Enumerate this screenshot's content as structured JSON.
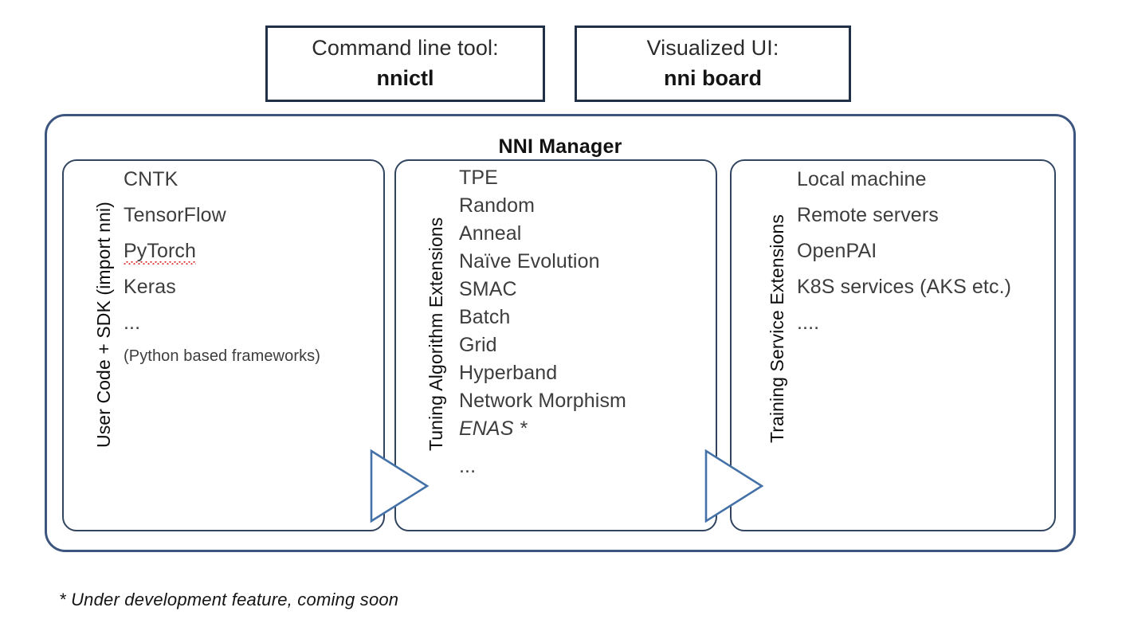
{
  "top_boxes": [
    {
      "name": "command-line-tool",
      "caption": "Command line tool:",
      "value": "nnictl"
    },
    {
      "name": "visualized-ui",
      "caption": "Visualized UI:",
      "value": "nni board"
    }
  ],
  "manager": {
    "title": "NNI Manager",
    "panels": [
      {
        "id": "user-code",
        "side_label": "User Code + SDK (import nni)",
        "items": [
          {
            "text": "CNTK",
            "style": "normal"
          },
          {
            "text": "TensorFlow",
            "style": "normal"
          },
          {
            "text": "PyTorch",
            "style": "misspelled"
          },
          {
            "text": "Keras",
            "style": "normal"
          },
          {
            "text": "...",
            "style": "normal"
          },
          {
            "text": "(Python based frameworks)",
            "style": "small"
          }
        ]
      },
      {
        "id": "tuning-algorithms",
        "side_label": "Tuning Algorithm Extensions",
        "items": [
          {
            "text": "TPE",
            "style": "normal"
          },
          {
            "text": "Random",
            "style": "normal"
          },
          {
            "text": "Anneal",
            "style": "normal"
          },
          {
            "text": "Naïve Evolution",
            "style": "normal"
          },
          {
            "text": "SMAC",
            "style": "normal"
          },
          {
            "text": "Batch",
            "style": "normal"
          },
          {
            "text": "Grid",
            "style": "normal"
          },
          {
            "text": "Hyperband",
            "style": "normal"
          },
          {
            "text": "Network Morphism",
            "style": "normal"
          },
          {
            "text": "ENAS *",
            "style": "italic"
          },
          {
            "text": "...",
            "style": "normal"
          }
        ]
      },
      {
        "id": "training-services",
        "side_label": "Training Service Extensions",
        "items": [
          {
            "text": "Local machine",
            "style": "normal"
          },
          {
            "text": "Remote servers",
            "style": "normal"
          },
          {
            "text": "OpenPAI",
            "style": "normal"
          },
          {
            "text": "K8S services (AKS etc.)",
            "style": "normal"
          },
          {
            "text": "....",
            "style": "normal"
          }
        ]
      }
    ]
  },
  "arrows": [
    {
      "name": "arrow-user-code-to-tuning"
    },
    {
      "name": "arrow-tuning-to-training"
    }
  ],
  "footnote": "* Under development feature, coming soon",
  "colors": {
    "box_border_dark": "#1f3047",
    "container_border": "#3d567f",
    "panel_border": "#31455f",
    "arrow_stroke": "#4472a8",
    "text_primary": "#111111",
    "text_list": "#3d3d3d",
    "spellcheck_underline": "#d83030",
    "background": "#ffffff"
  }
}
